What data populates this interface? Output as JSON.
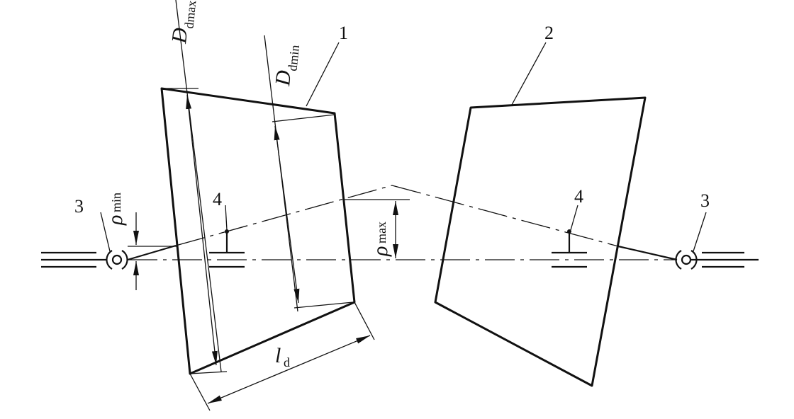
{
  "labels": {
    "part1": "1",
    "part2": "2",
    "part3_left": "3",
    "part3_right": "3",
    "part4_left": "4",
    "part4_right": "4"
  },
  "dimensions": {
    "d_max": {
      "symbol": "D",
      "sub": "dmax"
    },
    "d_min": {
      "symbol": "D",
      "sub": "dmin"
    },
    "l_d": {
      "symbol": "l",
      "sub": "d"
    },
    "rho_min": {
      "symbol": "ρ",
      "sub": "min"
    },
    "rho_max": {
      "symbol": "ρ",
      "sub": "max"
    }
  }
}
